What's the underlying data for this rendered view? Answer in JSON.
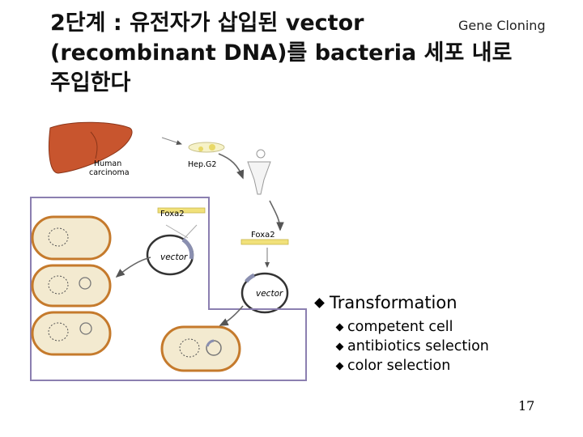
{
  "slide": {
    "title": "2단계 : 유전자가 삽입된 vector (recombinant DNA)를 bacteria 세포 내로 주입한다",
    "corner_label": "Gene Cloning",
    "page_number": "17"
  },
  "diagram": {
    "liver_label_line1": "Human",
    "liver_label_line2": "carcinoma",
    "cell_label": "Hep.G2",
    "gene_label_1": "Foxa2",
    "gene_label_2": "Foxa2",
    "vector_label_1": "vector",
    "vector_label_2": "vector"
  },
  "bullets": {
    "main": "Transformation",
    "sub": [
      "competent cell",
      "antibiotics selection",
      "color selection"
    ]
  },
  "colors": {
    "liver": "#c8552e",
    "bacteria_fill": "#f3ead0",
    "bacteria_edge": "#c57a2c",
    "gene_bar": "#f1e17a"
  }
}
